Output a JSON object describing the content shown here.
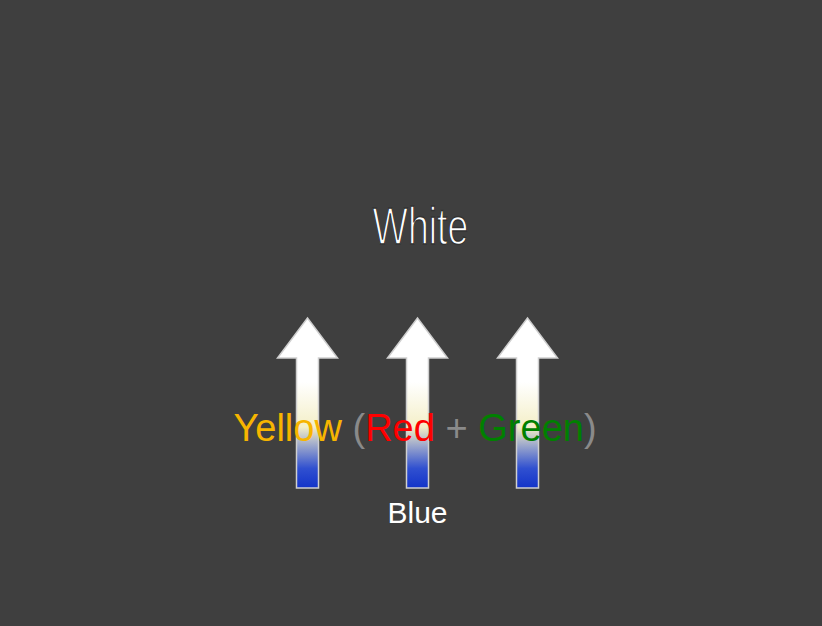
{
  "diagram": {
    "nodes": [
      {
        "text": [
          "White"
        ]
      },
      {
        "text": [
          "Yellow",
          "(",
          "Red",
          "+",
          "Green",
          ")"
        ]
      },
      {
        "text": [
          "Blue"
        ],
        "in": 1
      }
    ],
    "edges": [
      {
        "from": 2,
        "to": 0,
        "arrow": "to"
      },
      {
        "from": 2,
        "to": 0,
        "arrow": "to"
      },
      {
        "from": 2,
        "to": 0,
        "arrow": "to"
      }
    ]
  }
}
